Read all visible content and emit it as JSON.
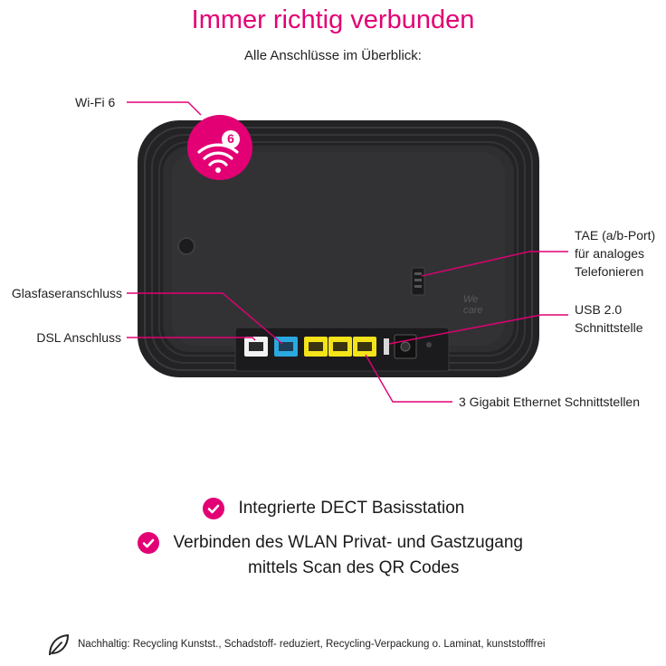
{
  "title": "Immer richtig verbunden",
  "subtitle": "Alle Anschlüsse im Überblick:",
  "callouts": {
    "wifi": "Wi-Fi 6",
    "wifi_badge": "6",
    "fiber": "Glasfaseranschluss",
    "dsl": "DSL Anschluss",
    "tae_line1": "TAE (a/b-Port)",
    "tae_line2": "für analoges",
    "tae_line3": "Telefonieren",
    "usb_line1": "USB 2.0",
    "usb_line2": "Schnittstelle",
    "ethernet": "3 Gigabit Ethernet Schnittstellen"
  },
  "device": {
    "logo_line1": "We",
    "logo_line2": "care"
  },
  "features": [
    {
      "line1": "Integrierte DECT Basisstation"
    },
    {
      "line1": "Verbinden des WLAN Privat- und Gastzugang",
      "line2": "mittels Scan des QR Codes"
    }
  ],
  "footer": {
    "text": "Nachhaltig: Recycling Kunstst., Schadstoff- reduziert, Recycling-Verpackung o. Laminat, kunststofffrei"
  },
  "colors": {
    "brand": "#e20074",
    "device_body": "#2b2b2d",
    "port_white": "#f2f2f2",
    "port_blue": "#2aa8e0",
    "port_yellow": "#f5e31a"
  },
  "icons": [
    "wifi-icon",
    "check-icon",
    "leaf-icon"
  ]
}
